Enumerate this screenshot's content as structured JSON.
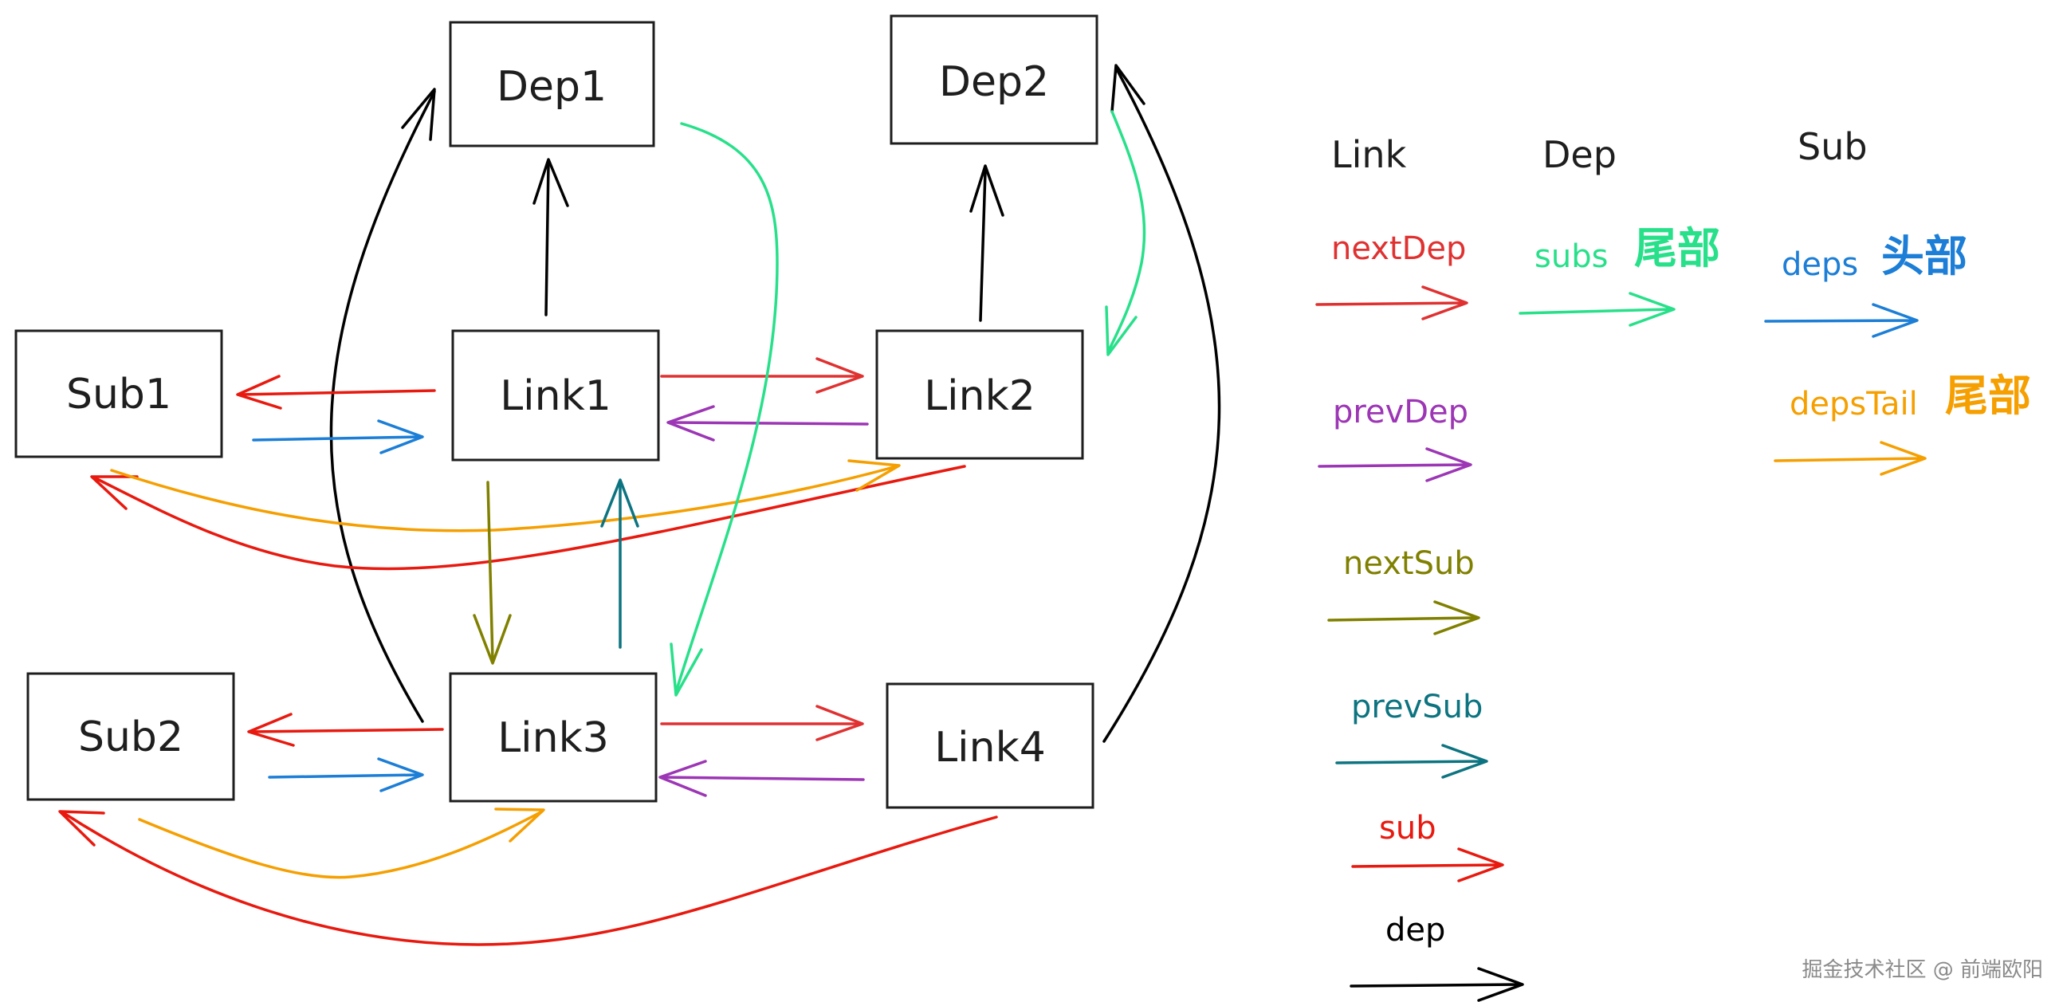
{
  "nodes": {
    "dep1": "Dep1",
    "dep2": "Dep2",
    "sub1": "Sub1",
    "link1": "Link1",
    "link2": "Link2",
    "sub2": "Sub2",
    "link3": "Link3",
    "link4": "Link4"
  },
  "legend": {
    "headers": {
      "link": "Link",
      "dep": "Dep",
      "sub": "Sub"
    },
    "link_items": [
      {
        "label": "nextDep",
        "color": "#e03131"
      },
      {
        "label": "prevDep",
        "color": "#9c36b5"
      },
      {
        "label": "nextSub",
        "color": "#808000"
      },
      {
        "label": "prevSub",
        "color": "#0c7480"
      },
      {
        "label": "sub",
        "color": "#e8190f"
      },
      {
        "label": "dep",
        "color": "#000000"
      }
    ],
    "dep_items": [
      {
        "label": "subs",
        "suffix": "尾部",
        "color": "#28e08a"
      }
    ],
    "sub_items": [
      {
        "label": "deps",
        "suffix": "头部",
        "color": "#1c7ed6"
      },
      {
        "label": "depsTail",
        "suffix": "尾部",
        "color": "#f59f00"
      }
    ]
  },
  "colors": {
    "nextDep": "#e03131",
    "prevDep": "#9c36b5",
    "nextSub": "#808000",
    "prevSub": "#0c7480",
    "sub": "#e8190f",
    "dep": "#000000",
    "subs": "#28e08a",
    "deps": "#1c7ed6",
    "depsTail": "#f59f00"
  },
  "watermark": "掘金技术社区 @ 前端欧阳"
}
